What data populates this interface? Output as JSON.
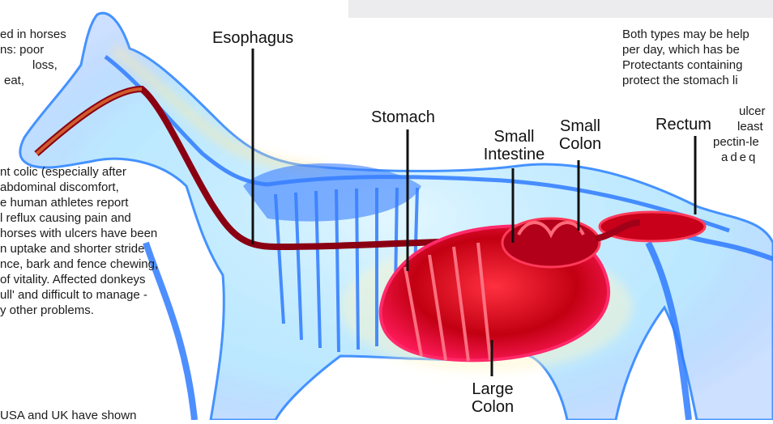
{
  "labels": {
    "esophagus": "Esophagus",
    "stomach": "Stomach",
    "small_intestine": [
      "Small",
      "Intestine"
    ],
    "small_colon": [
      "Small",
      "Colon"
    ],
    "rectum": "Rectum",
    "large_colon": [
      "Large",
      "Colon"
    ]
  },
  "text": {
    "top_left": [
      "ed in horses",
      "ns:  poor",
      "  loss,",
      "eat,"
    ],
    "left_middle": [
      "nt colic (especially after",
      "  abdominal   discomfort,",
      "e human athletes report",
      "l  reflux causing pain and",
      "horses with ulcers have been",
      "n  uptake and shorter stride",
      "nce, bark and fence chewing,",
      "of  vitality.  Affected donkeys",
      "ull' and difficult to manage -",
      "y other problems."
    ],
    "bottom_left": "USA and UK have shown",
    "top_right": [
      "Both types may be help",
      "per day, which has be",
      "Protectants  containing",
      "protect the stomach li"
    ],
    "right_middle": [
      "ulcer",
      "least",
      "pectin-le",
      "adeq"
    ]
  },
  "colors": {
    "body_glow": "#7fd3ff",
    "skeleton": "#4a90ff",
    "organs": "#d4001a",
    "esophagus": "#8a0012"
  }
}
